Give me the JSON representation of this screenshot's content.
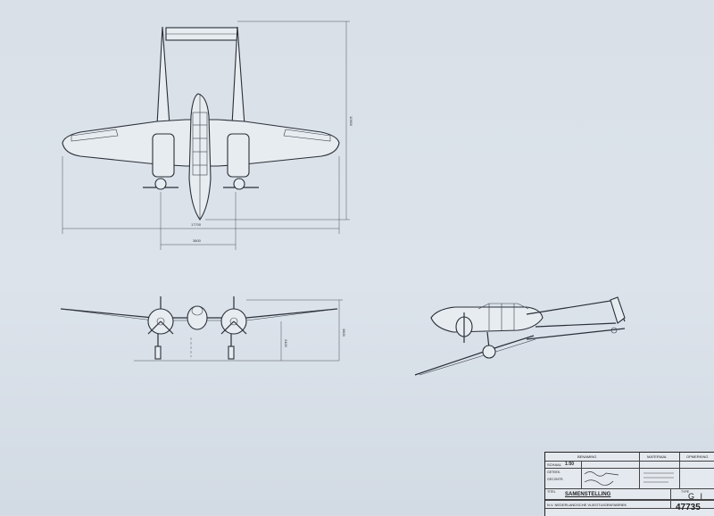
{
  "view_labels": {
    "top_span_dim": "17700",
    "top_prop_dim": "3800",
    "top_length_dim": "10900",
    "front_height_dim": "3800",
    "front_gear_dim": "2400"
  },
  "title_block": {
    "col_headers": [
      "BENAMING",
      "MATERIAAL",
      "OPMERKING"
    ],
    "scale_label": "SCHAAL",
    "scale_value": "1:50",
    "drawn_label": "GETEEK.",
    "checked_label": "GECONTR.",
    "title_label": "TITEL",
    "title": "SAMENSTELLING",
    "type_label": "TYPE",
    "type_value": "G I",
    "company": "N.V. NEDERLANDSCHE VLIEGTUIGENFABRIEK",
    "drawing_number": "47735"
  },
  "colors": {
    "paper": "#d9e0e8",
    "ink": "#2a2f38"
  }
}
